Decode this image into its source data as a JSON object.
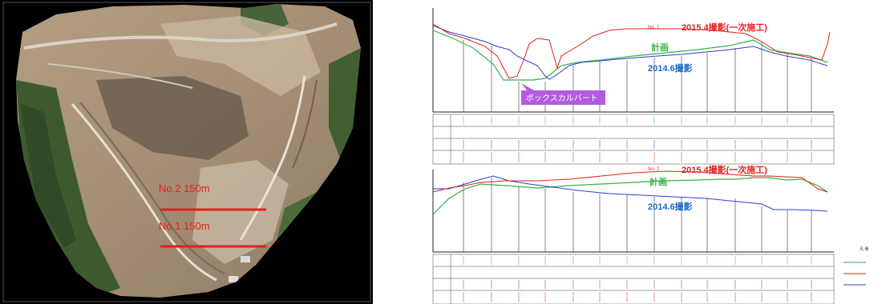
{
  "aerial": {
    "lines": [
      {
        "label": "No.2 150m",
        "color": "#e51e1e"
      },
      {
        "label": "No.1 150m",
        "color": "#e51e1e"
      }
    ]
  },
  "profiles": [
    {
      "no": "No. 1",
      "photo_2015": "2015.4撮影(一次施工)",
      "plan": "計画",
      "photo_2014": "2014.6撮影",
      "callout": "ボックスカルバート"
    },
    {
      "no": "No. 2",
      "photo_2015": "2015.4撮影(一次施工)",
      "plan": "計画",
      "photo_2014": "2014.6撮影"
    }
  ],
  "legend": {
    "title": "凡 例"
  },
  "colors": {
    "red": "#e51e1e",
    "green": "#33b24a",
    "blue": "#2b3fcf",
    "blue_text": "#1d67c2",
    "green_text": "#3cb44b",
    "callout_bg": "#b25ae0"
  },
  "icons": {
    "legend": "legend-swatch-lines"
  }
}
